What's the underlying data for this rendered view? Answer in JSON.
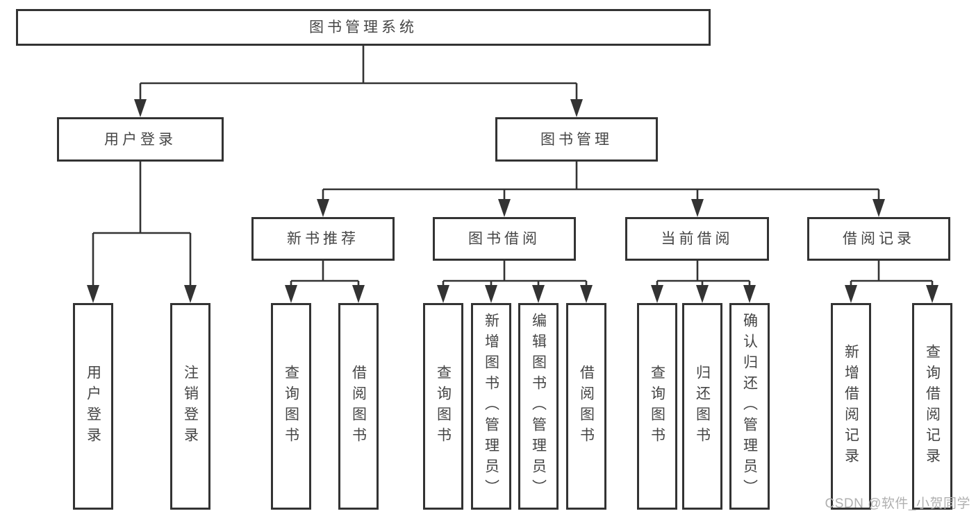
{
  "diagram": {
    "title": "图书管理系统",
    "branches": [
      {
        "label": "用户登录",
        "children": [
          "用户登录",
          "注销登录"
        ]
      },
      {
        "label": "图书管理",
        "sections": [
          {
            "label": "新书推荐",
            "children": [
              "查询图书",
              "借阅图书"
            ]
          },
          {
            "label": "图书借阅",
            "children": [
              "查询图书",
              "新增图书（管理员）",
              "编辑图书（管理员）",
              "借阅图书"
            ]
          },
          {
            "label": "当前借阅",
            "children": [
              "查询图书",
              "归还图书",
              "确认归还（管理员）"
            ]
          },
          {
            "label": "借阅记录",
            "children": [
              "新增借阅记录",
              "查询借阅记录"
            ]
          }
        ]
      }
    ],
    "colors": {
      "line": "#333333",
      "text": "#454545",
      "background": "#ffffff",
      "watermark": "#b0b0b0"
    }
  },
  "watermark": {
    "text": "CSDN @软件_小贺同学"
  }
}
